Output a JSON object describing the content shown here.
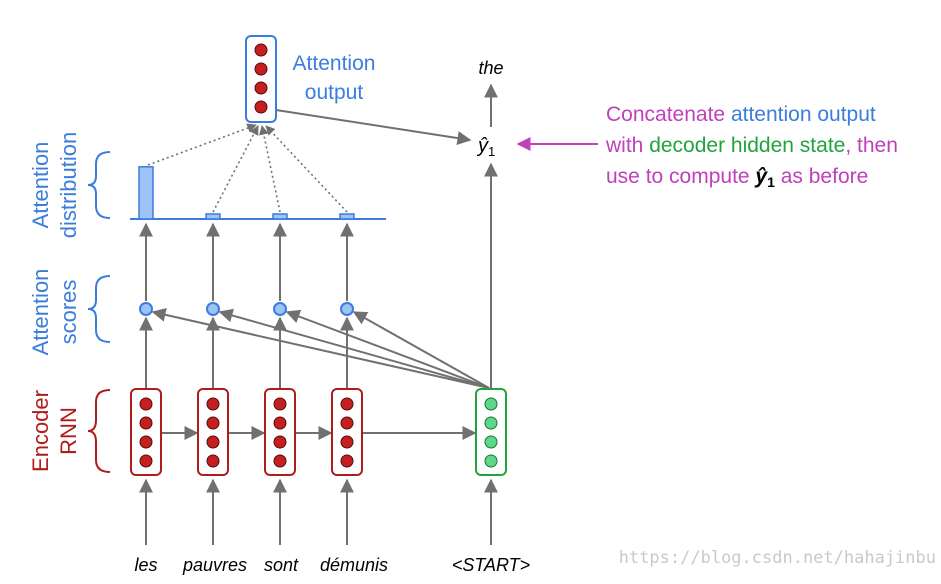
{
  "inputs": [
    "les",
    "pauvres",
    "sont",
    "démunis",
    "<START>"
  ],
  "output_word": "the",
  "yhat_symbol": "ŷ",
  "yhat_sub": "1",
  "labels": {
    "attention_output_line1": "Attention",
    "attention_output_line2": "output",
    "attention_distribution_line1": "Attention",
    "attention_distribution_line2": "distribution",
    "attention_scores_line1": "Attention",
    "attention_scores_line2": "scores",
    "encoder_line1": "Encoder",
    "encoder_line2": "RNN"
  },
  "annotation": {
    "line1": [
      {
        "text": "Concatenate ",
        "color": "pink"
      },
      {
        "text": "attention output",
        "color": "blue"
      }
    ],
    "line2": [
      {
        "text": "with ",
        "color": "pink"
      },
      {
        "text": "decoder hidden state",
        "color": "green"
      },
      {
        "text": ", then",
        "color": "pink"
      }
    ],
    "line3_pre": "use to compute ",
    "line3_post": " as before"
  },
  "attention_weights": [
    0.9,
    0.06,
    0.06,
    0.06
  ],
  "colors": {
    "encoder": "#b01c1c",
    "decoder": "#22a33b",
    "attention": "#3b7ddd",
    "annotation": "#c03fbb",
    "arrow": "#707070"
  },
  "watermark": "https://blog.csdn.net/hahajinbu"
}
